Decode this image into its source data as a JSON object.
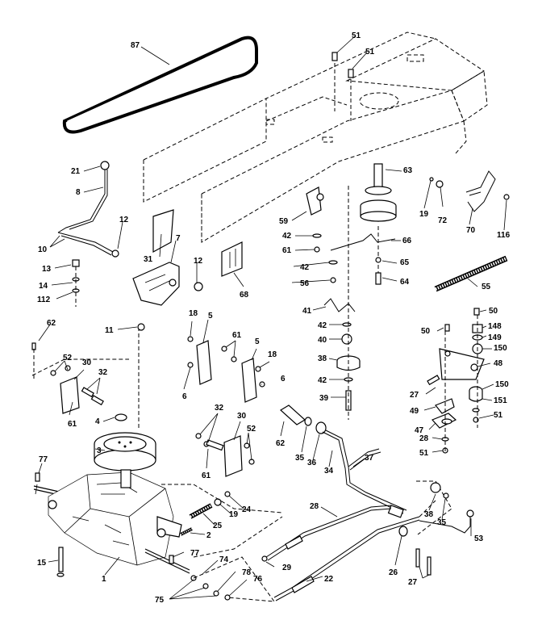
{
  "callouts": [
    {
      "id": "c87",
      "text": "87"
    },
    {
      "id": "c51a",
      "text": "51"
    },
    {
      "id": "c51b",
      "text": "51"
    },
    {
      "id": "c21",
      "text": "21"
    },
    {
      "id": "c8",
      "text": "8"
    },
    {
      "id": "c12a",
      "text": "12"
    },
    {
      "id": "c10",
      "text": "10"
    },
    {
      "id": "c31",
      "text": "31"
    },
    {
      "id": "c7",
      "text": "7"
    },
    {
      "id": "c12b",
      "text": "12"
    },
    {
      "id": "c13",
      "text": "13"
    },
    {
      "id": "c14",
      "text": "14"
    },
    {
      "id": "c112",
      "text": "112"
    },
    {
      "id": "c63",
      "text": "63"
    },
    {
      "id": "c19a",
      "text": "19"
    },
    {
      "id": "c72",
      "text": "72"
    },
    {
      "id": "c70",
      "text": "70"
    },
    {
      "id": "c116",
      "text": "116"
    },
    {
      "id": "c59",
      "text": "59"
    },
    {
      "id": "c42a",
      "text": "42"
    },
    {
      "id": "c61a",
      "text": "61"
    },
    {
      "id": "c66",
      "text": "66"
    },
    {
      "id": "c42b",
      "text": "42"
    },
    {
      "id": "c56",
      "text": "56"
    },
    {
      "id": "c65",
      "text": "65"
    },
    {
      "id": "c64",
      "text": "64"
    },
    {
      "id": "c68",
      "text": "68"
    },
    {
      "id": "c55",
      "text": "55"
    },
    {
      "id": "c41",
      "text": "41"
    },
    {
      "id": "c42c",
      "text": "42"
    },
    {
      "id": "c40",
      "text": "40"
    },
    {
      "id": "c38a",
      "text": "38"
    },
    {
      "id": "c42d",
      "text": "42"
    },
    {
      "id": "c39",
      "text": "39"
    },
    {
      "id": "c62",
      "text": "62"
    },
    {
      "id": "c11",
      "text": "11"
    },
    {
      "id": "c18a",
      "text": "18"
    },
    {
      "id": "c5a",
      "text": "5"
    },
    {
      "id": "c61b",
      "text": "61"
    },
    {
      "id": "c5b",
      "text": "5"
    },
    {
      "id": "c18b",
      "text": "18"
    },
    {
      "id": "c6a",
      "text": "6"
    },
    {
      "id": "c6b",
      "text": "6"
    },
    {
      "id": "c52a",
      "text": "52"
    },
    {
      "id": "c30a",
      "text": "30"
    },
    {
      "id": "c32a",
      "text": "32"
    },
    {
      "id": "c61c",
      "text": "61"
    },
    {
      "id": "c4",
      "text": "4"
    },
    {
      "id": "c3",
      "text": "3"
    },
    {
      "id": "c32b",
      "text": "32"
    },
    {
      "id": "c30b",
      "text": "30"
    },
    {
      "id": "c52b",
      "text": "52"
    },
    {
      "id": "c61d",
      "text": "61"
    },
    {
      "id": "c62b",
      "text": "62"
    },
    {
      "id": "c35a",
      "text": "35"
    },
    {
      "id": "c36",
      "text": "36"
    },
    {
      "id": "c34",
      "text": "34"
    },
    {
      "id": "c37",
      "text": "37"
    },
    {
      "id": "c50a",
      "text": "50"
    },
    {
      "id": "c50b",
      "text": "50"
    },
    {
      "id": "c148",
      "text": "148"
    },
    {
      "id": "c149",
      "text": "149"
    },
    {
      "id": "c150a",
      "text": "150"
    },
    {
      "id": "c48",
      "text": "48"
    },
    {
      "id": "c27a",
      "text": "27"
    },
    {
      "id": "c150b",
      "text": "150"
    },
    {
      "id": "c49",
      "text": "49"
    },
    {
      "id": "c151",
      "text": "151"
    },
    {
      "id": "c51c",
      "text": "51"
    },
    {
      "id": "c47",
      "text": "47"
    },
    {
      "id": "c28a",
      "text": "28"
    },
    {
      "id": "c51d",
      "text": "51"
    },
    {
      "id": "c77a",
      "text": "77"
    },
    {
      "id": "c25",
      "text": "25"
    },
    {
      "id": "c19b",
      "text": "19"
    },
    {
      "id": "c24",
      "text": "24"
    },
    {
      "id": "c2",
      "text": "2"
    },
    {
      "id": "c28b",
      "text": "28"
    },
    {
      "id": "c38b",
      "text": "38"
    },
    {
      "id": "c35b",
      "text": "35"
    },
    {
      "id": "c53",
      "text": "53"
    },
    {
      "id": "c77b",
      "text": "77"
    },
    {
      "id": "c15",
      "text": "15"
    },
    {
      "id": "c1",
      "text": "1"
    },
    {
      "id": "c74",
      "text": "74"
    },
    {
      "id": "c29",
      "text": "29"
    },
    {
      "id": "c26",
      "text": "26"
    },
    {
      "id": "c22",
      "text": "22"
    },
    {
      "id": "c78",
      "text": "78"
    },
    {
      "id": "c76",
      "text": "76"
    },
    {
      "id": "c75",
      "text": "75"
    },
    {
      "id": "c27b",
      "text": "27"
    }
  ]
}
